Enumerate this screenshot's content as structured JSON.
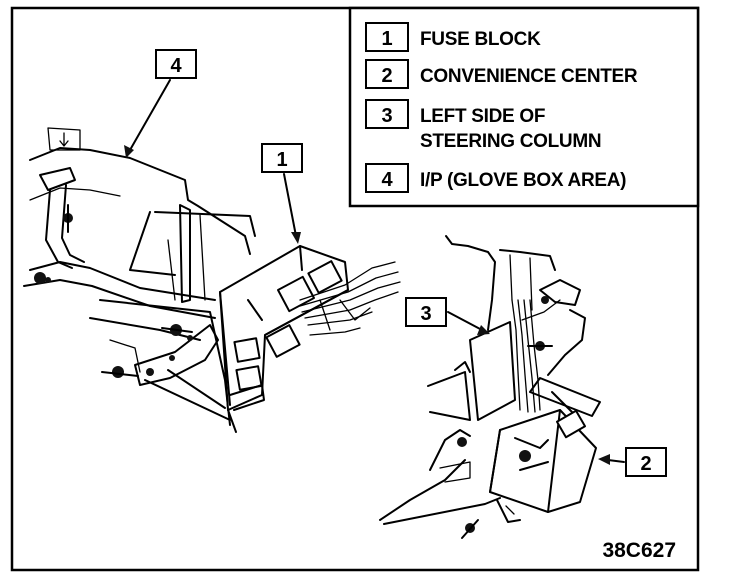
{
  "legend": {
    "items": [
      {
        "number": "1",
        "label_lines": [
          "FUSE BLOCK"
        ]
      },
      {
        "number": "2",
        "label_lines": [
          "CONVENIENCE CENTER"
        ]
      },
      {
        "number": "3",
        "label_lines": [
          "LEFT SIDE OF",
          "STEERING COLUMN"
        ]
      },
      {
        "number": "4",
        "label_lines": [
          "I/P (GLOVE BOX AREA)"
        ]
      }
    ]
  },
  "callouts": {
    "fuse_block": "1",
    "convenience_center": "2",
    "steering_column": "3",
    "ip_glove_box": "4"
  },
  "figure_id": "38C627"
}
